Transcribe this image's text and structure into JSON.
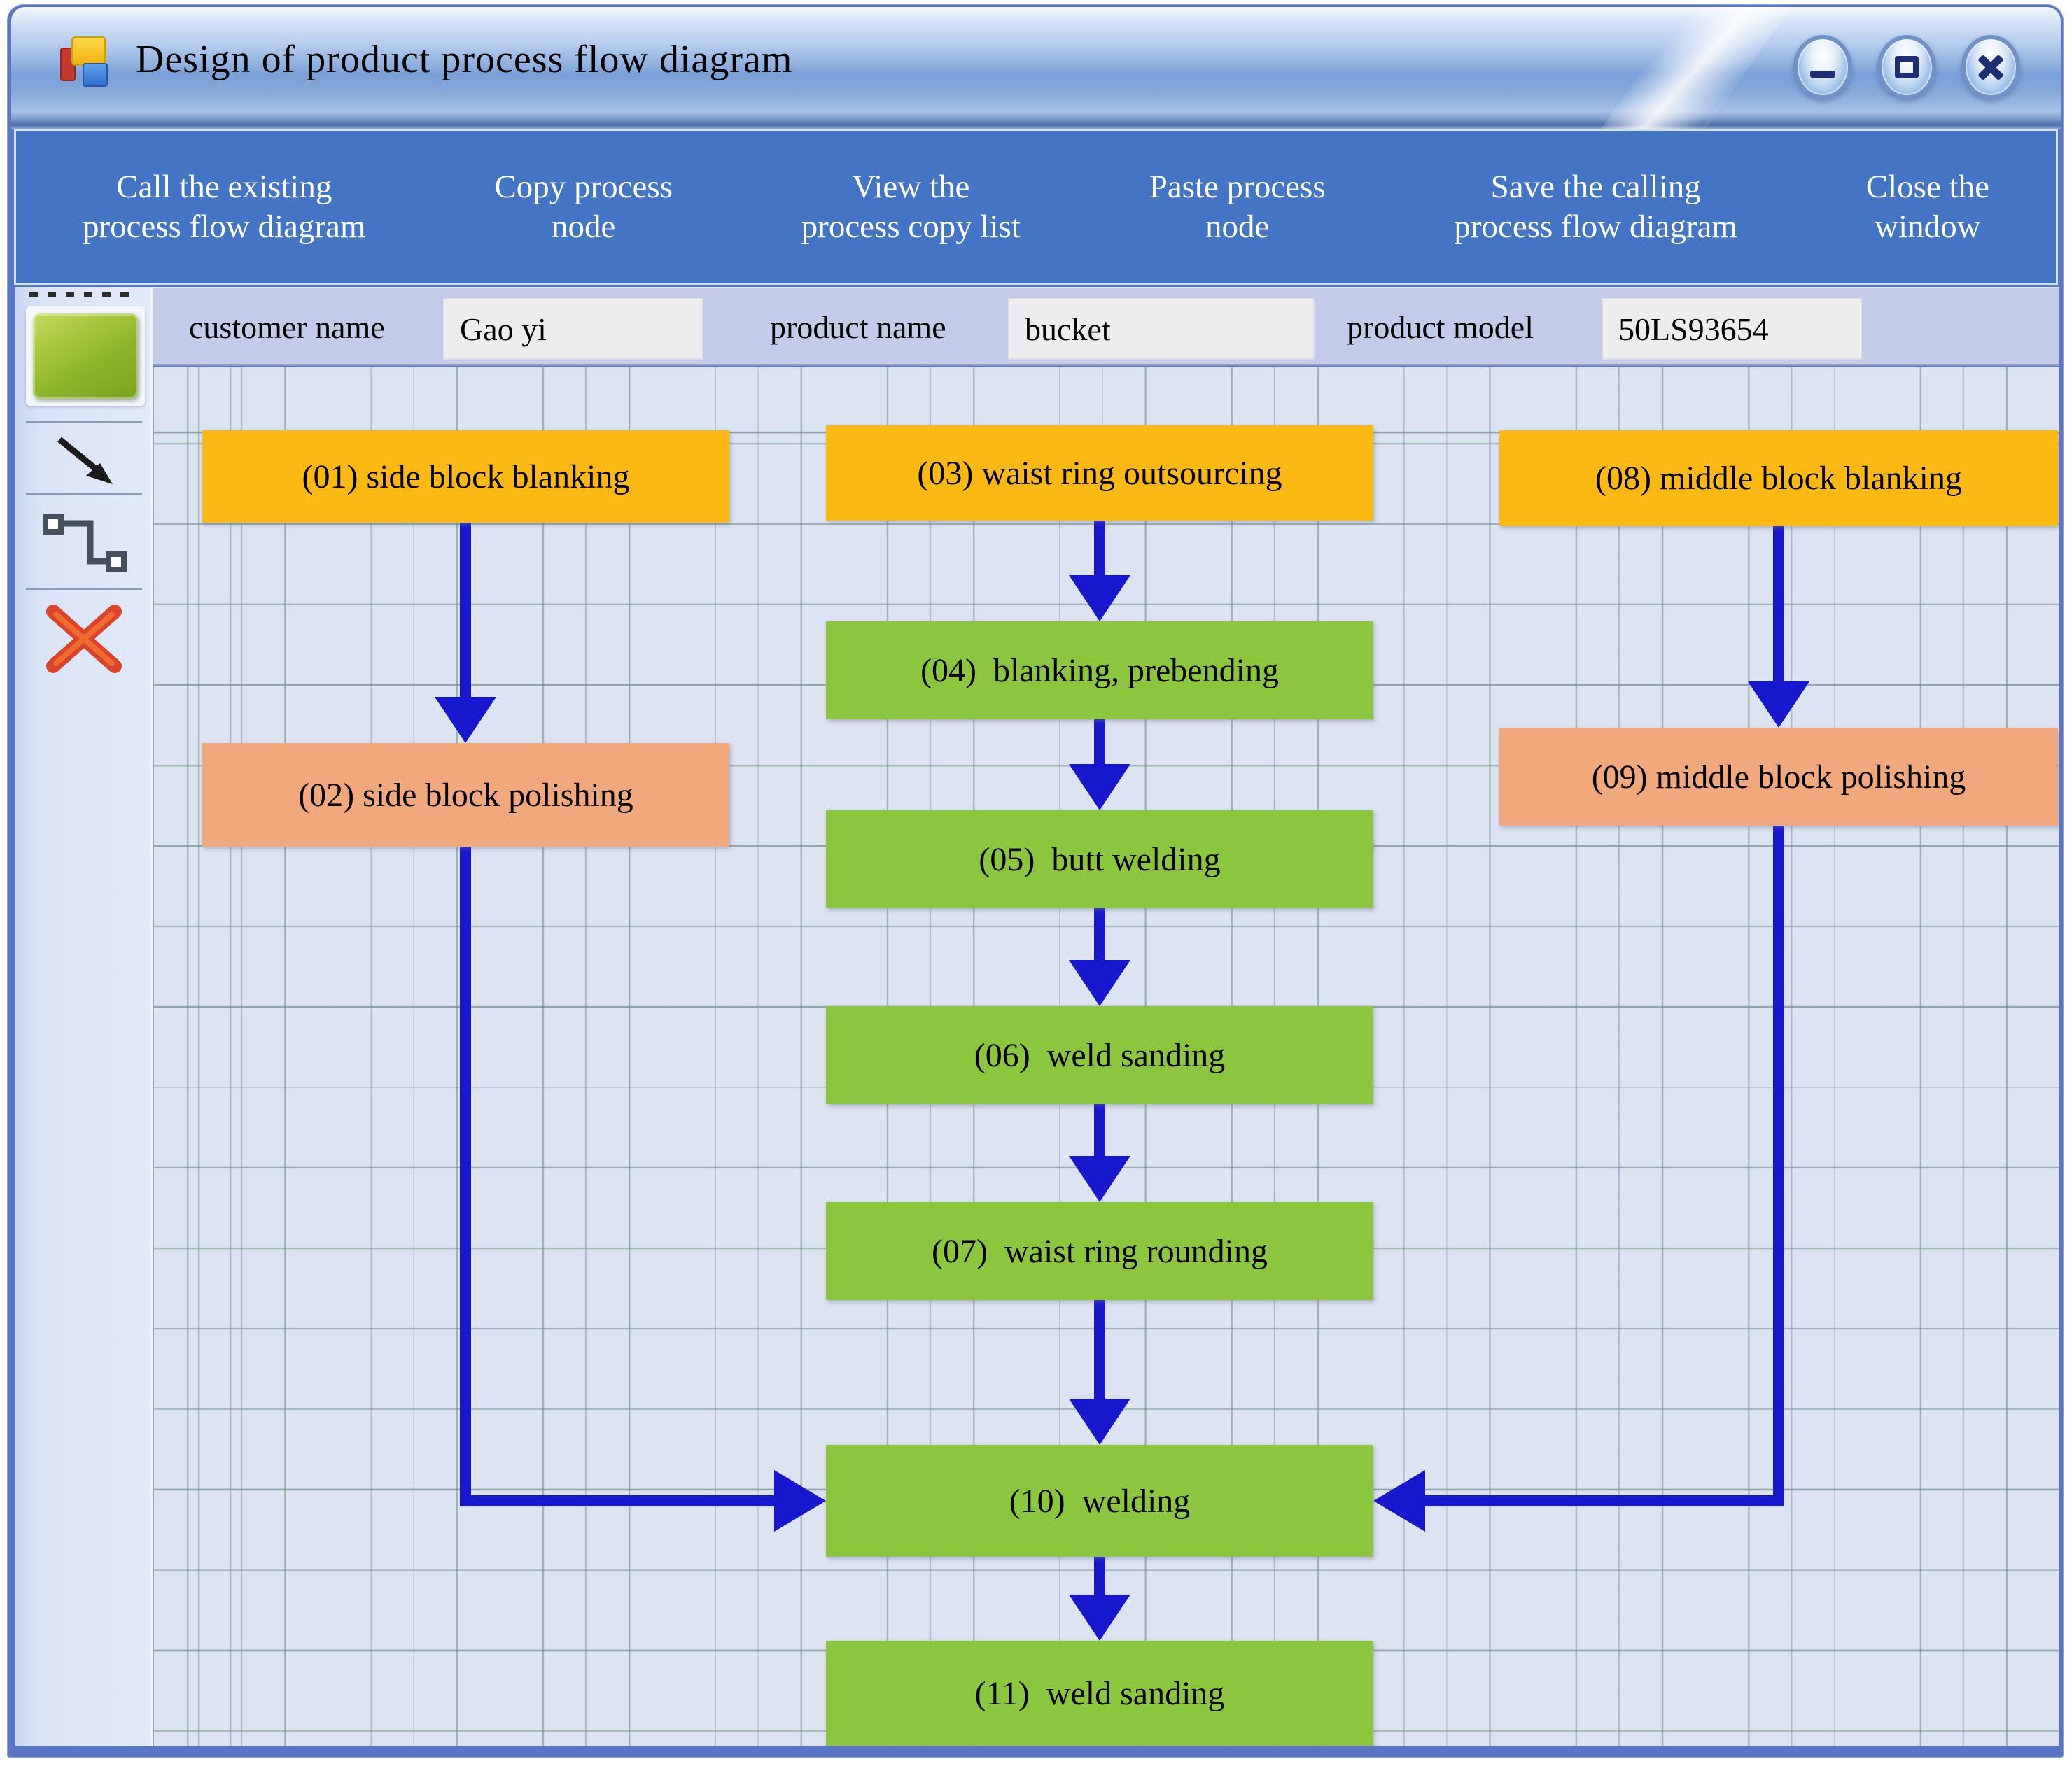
{
  "window": {
    "title": "Design of product process flow diagram",
    "app_icon": "windows-forms-icon",
    "controls": [
      {
        "name": "minimize"
      },
      {
        "name": "maximize"
      },
      {
        "name": "close"
      }
    ]
  },
  "menu": {
    "background_color": "#4474C4",
    "items": [
      {
        "line1": "Call the existing",
        "line2": "process flow diagram"
      },
      {
        "line1": "Copy process",
        "line2": "node"
      },
      {
        "line1": "View the",
        "line2": "process copy list"
      },
      {
        "line1": "Paste process",
        "line2": "node"
      },
      {
        "line1": "Save the calling",
        "line2": "process flow diagram"
      },
      {
        "line1": "Close the",
        "line2": "window"
      }
    ]
  },
  "toolbar": {
    "tools": [
      {
        "name": "rect-node-tool"
      },
      {
        "name": "arrow-tool"
      },
      {
        "name": "connector-tool"
      },
      {
        "name": "delete-tool"
      }
    ]
  },
  "form": {
    "fields": [
      {
        "label": "customer name",
        "value": "Gao yi"
      },
      {
        "label": "product name",
        "value": "bucket"
      },
      {
        "label": "product model",
        "value": "50LS93654"
      }
    ]
  },
  "diagram": {
    "colors": {
      "outsourcing_blanking": "#FCB813",
      "process": "#8CC63E",
      "polishing": "#F0A87C",
      "arrow": "#1717CE",
      "canvas_bg": "#DCE4F4",
      "grid_green": "#648773",
      "grid_slate": "#7382A5"
    },
    "nodes": [
      {
        "id": "01",
        "label": "(01) side block blanking",
        "fill": "#FCB813"
      },
      {
        "id": "02",
        "label": "(02) side block polishing",
        "fill": "#F0A87C"
      },
      {
        "id": "03",
        "label": "(03) waist ring outsourcing",
        "fill": "#FCB813"
      },
      {
        "id": "04",
        "label": "(04)  blanking, prebending",
        "fill": "#8CC63E"
      },
      {
        "id": "05",
        "label": "(05)  butt welding",
        "fill": "#8CC63E"
      },
      {
        "id": "06",
        "label": "(06)  weld sanding",
        "fill": "#8CC63E"
      },
      {
        "id": "07",
        "label": "(07)  waist ring rounding",
        "fill": "#8CC63E"
      },
      {
        "id": "08",
        "label": "(08) middle block blanking",
        "fill": "#FCB813"
      },
      {
        "id": "09",
        "label": "(09) middle block polishing",
        "fill": "#F0A87C"
      },
      {
        "id": "10",
        "label": "(10)  welding",
        "fill": "#8CC63E"
      },
      {
        "id": "11",
        "label": "(11)  weld sanding",
        "fill": "#8CC63E"
      }
    ],
    "edges": [
      {
        "from": "01",
        "to": "02"
      },
      {
        "from": "03",
        "to": "04"
      },
      {
        "from": "04",
        "to": "05"
      },
      {
        "from": "05",
        "to": "06"
      },
      {
        "from": "06",
        "to": "07"
      },
      {
        "from": "07",
        "to": "10"
      },
      {
        "from": "10",
        "to": "11"
      },
      {
        "from": "08",
        "to": "09"
      },
      {
        "from": "02",
        "to": "10"
      },
      {
        "from": "09",
        "to": "10"
      }
    ]
  }
}
